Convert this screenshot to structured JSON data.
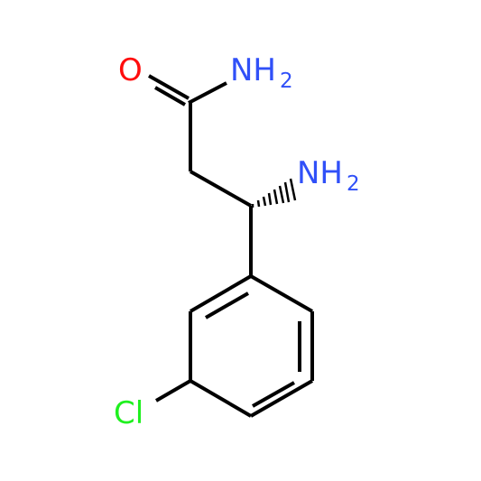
{
  "molecule": {
    "atoms": {
      "oxygen": {
        "symbol": "O",
        "color": "#ff0d0d"
      },
      "amide_nitrogen": {
        "symbol": "NH",
        "subscript": "2",
        "color": "#3050f8"
      },
      "amine_nitrogen": {
        "symbol": "NH",
        "subscript": "2",
        "color": "#3050f8"
      },
      "chlorine": {
        "symbol": "Cl",
        "color": "#1ff01f"
      }
    },
    "bond_color": "#000000",
    "stereo": "wedge-hash"
  }
}
